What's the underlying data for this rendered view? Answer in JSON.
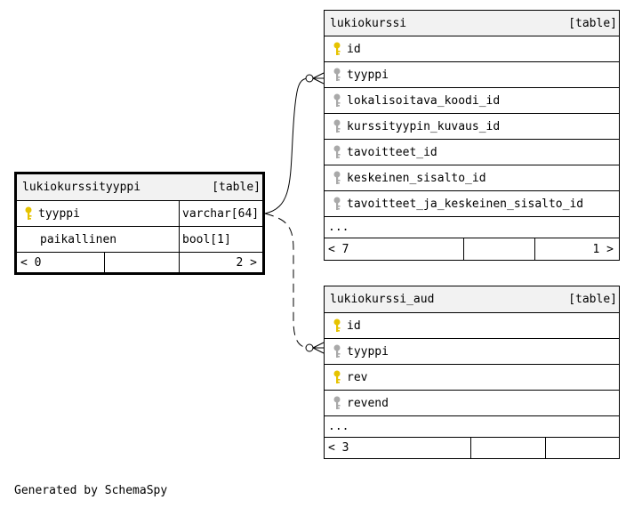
{
  "tables": {
    "lukiokurssityyppi": {
      "name": "lukiokurssityyppi",
      "tag": "[table]",
      "columns": [
        {
          "name": "tyyppi",
          "type": "varchar[64]",
          "key": "primary"
        },
        {
          "name": "paikallinen",
          "type": "bool[1]",
          "key": "none"
        }
      ],
      "footer": {
        "left": "< 0",
        "right": "2 >"
      }
    },
    "lukiokurssi": {
      "name": "lukiokurssi",
      "tag": "[table]",
      "columns": [
        {
          "name": "id",
          "key": "primary"
        },
        {
          "name": "tyyppi",
          "key": "foreign"
        },
        {
          "name": "lokalisoitava_koodi_id",
          "key": "foreign"
        },
        {
          "name": "kurssityypin_kuvaus_id",
          "key": "foreign"
        },
        {
          "name": "tavoitteet_id",
          "key": "foreign"
        },
        {
          "name": "keskeinen_sisalto_id",
          "key": "foreign"
        },
        {
          "name": "tavoitteet_ja_keskeinen_sisalto_id",
          "key": "foreign"
        }
      ],
      "ellipsis": "...",
      "footer": {
        "left": "< 7",
        "right": "1 >"
      }
    },
    "lukiokurssi_aud": {
      "name": "lukiokurssi_aud",
      "tag": "[table]",
      "columns": [
        {
          "name": "id",
          "key": "primary"
        },
        {
          "name": "tyyppi",
          "key": "foreign"
        },
        {
          "name": "rev",
          "key": "primary"
        },
        {
          "name": "revend",
          "key": "foreign"
        }
      ],
      "ellipsis": "...",
      "footer": {
        "left": "< 3",
        "right": ""
      }
    }
  },
  "colors": {
    "primary_key": "#e6c300",
    "foreign_key": "#a9a9a9",
    "header_bg": "#f2f2f2"
  },
  "generated_by": "Generated by SchemaSpy"
}
